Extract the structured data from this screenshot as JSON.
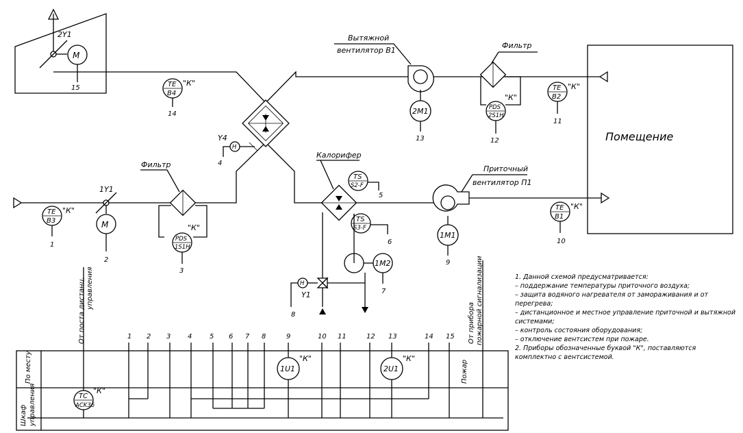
{
  "labels": {
    "room": "Помещение",
    "exhaust_fan_l1": "Вытяжной",
    "exhaust_fan_l2": "вентилятор В1",
    "supply_fan_l1": "Приточный",
    "supply_fan_l2": "вентилятор П1",
    "filter_exhaust": "Фильтр",
    "filter_supply": "Фильтр",
    "heater": "Калорифер",
    "k_mark": "\"К\""
  },
  "valves": {
    "v2y1": "2Y1",
    "v1y1": "1Y1",
    "y4": "Y4",
    "y1": "Y1",
    "h": "H"
  },
  "motors": {
    "m": "M",
    "m2": "2M1",
    "m1": "1M1",
    "m12": "1M2"
  },
  "instruments": {
    "te": "TE",
    "b4": "B4",
    "b3": "B3",
    "b2": "B2",
    "b1": "B1",
    "pds": "PDS",
    "s2s1h": "2S1H",
    "s1s1h": "1S1H",
    "ts": "TS",
    "s2f": "S2-F",
    "s3f": "S3-F",
    "tc": "TC",
    "ack": "ACK36",
    "u1": "1U1",
    "u2": "2U1"
  },
  "positions": {
    "p1": "1",
    "p2": "2",
    "p3": "3",
    "p4": "4",
    "p5": "5",
    "p6": "6",
    "p7": "7",
    "p8": "8",
    "p9": "9",
    "p10": "10",
    "p11": "11",
    "p12": "12",
    "p13": "13",
    "p14": "14",
    "p15": "15"
  },
  "table": {
    "row_local": "По месту",
    "row_cabinet_l1": "Шкаф",
    "row_cabinet_l2": "управления",
    "remote_l1": "От поста дистанц.",
    "remote_l2": "управления",
    "fire_l1": "От прибора",
    "fire_l2": "пожарной сигнализации",
    "fire": "Пожар",
    "cols": [
      "1",
      "2",
      "3",
      "4",
      "5",
      "6",
      "7",
      "8",
      "9",
      "10",
      "11",
      "12",
      "13",
      "14",
      "15"
    ]
  },
  "notes": [
    "1. Данной схемой предусматривается:",
    "– поддержание температуры приточного воздуха;",
    "– защита водяного нагревателя от замораживания и от перегрева;",
    "– дистанционное и местное управление приточной и вытяжной системами;",
    "– контроль состояния оборудования;",
    "– отключение вентсистем при пожаре.",
    "2. Приборы обозначенные буквой \"К\", поставляются комплектно с вентсистемой."
  ]
}
